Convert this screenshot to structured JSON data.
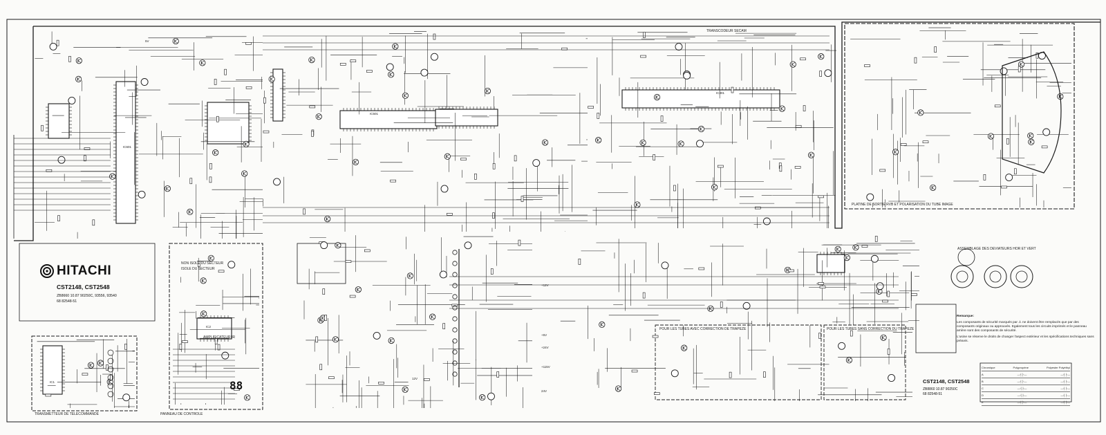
{
  "brand": {
    "name": "HITACHI",
    "logo_icon": "hitachi-logo-icon"
  },
  "title_block": {
    "models": "CST2148, CST2548",
    "ref_line1": "ZB8660   10.87   90250C, 93556, 93540",
    "ref_line2": "68 82548-51"
  },
  "title_block_2": {
    "models": "CST2148, CST2548",
    "ref_line1": "ZB8860   10.87   90250C",
    "ref_line2": "68 82548-51"
  },
  "sections": {
    "rgb_output": "PLATINE DE SORTIE RVB ET POLARISATION DU TUBE IMAGE",
    "transcodeur": "TRANSCODEUR SECAM",
    "remote": "TRANSMETTEUR DE TELECOMMANDE",
    "control_panel": "PANNEAU DE CONTROLE",
    "deflection": "ASSEMBLAGE DES DEVIATEURS HOR ET VERT",
    "tubes_with_correction": "POUR LES TUBES AVEC CORRECTION DE TRAPEZE",
    "tubes_without_correction": "POUR LES TUBES SANS CORRECTION DU TRAPEZE",
    "mains_filter": "NON ISOLE DU SECTEUR",
    "mains_isolated": "ISOLE DU SECTEUR",
    "preamp": "AMPLIFICATEUR IR",
    "display_digits": "88"
  },
  "notes": {
    "heading": "Remarque:",
    "p1": "Les composants de sécurité marqués par ⚠ ne doivent être remplacés que par des composants originaux ou approuvés. Egalement tous les circuits imprimés et le panneau arrière sont des composants de sécurité.",
    "p2": "L'usine se réserve le droits de changer l'aspect extérieur et les spécifications techniques sans préavis."
  },
  "legend": {
    "col_headers": [
      "Chromique",
      "Polypropène",
      "Polyester Polyéthyl"
    ],
    "rows": [
      "A",
      "B",
      "C",
      "D",
      "E"
    ]
  },
  "ic_labels": {
    "ic_main": "IC601",
    "ic_video": "IC501",
    "ic_secam": "IC301",
    "ic_remote": "IC1",
    "ic_preamp": "IC2"
  },
  "voltages": [
    "+12V",
    "+5V",
    "+24V",
    "+115V",
    "12V",
    "5V",
    "24V"
  ]
}
